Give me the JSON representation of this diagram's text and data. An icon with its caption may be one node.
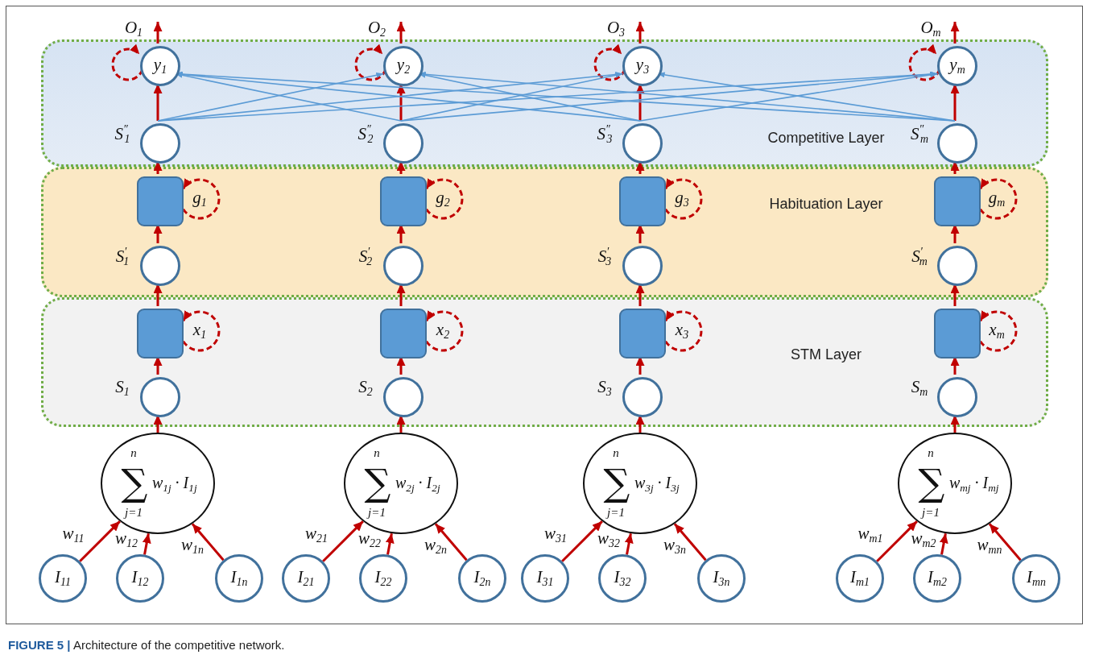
{
  "diagram": {
    "caption": "**FIGURE 5 |** Architecture of the competitive network.",
    "nodes": [
      {
        "text": [
          "Competitive Layer"
        ]
      },
      {
        "text": [
          "y$_{1}$"
        ],
        "in": 0
      },
      {
        "text": [],
        "shape": "circle",
        "in": 0,
        "beside": [
          "S$^{″}$$_{1}$"
        ]
      },
      {
        "text": [
          "y$_{2}$"
        ],
        "in": 0
      },
      {
        "text": [],
        "shape": "circle",
        "in": 0,
        "beside": [
          "S$^{″}$$_{2}$"
        ]
      },
      {
        "text": [
          "y$_{3}$"
        ],
        "in": 0
      },
      {
        "text": [],
        "shape": "circle",
        "in": 0,
        "beside": [
          "S$^{″}$$_{3}$"
        ]
      },
      {
        "text": [
          "y$_{m}$"
        ],
        "in": 0
      },
      {
        "text": [],
        "shape": "circle",
        "in": 0,
        "beside": [
          "S$^{″}$$_{m}$"
        ]
      },
      {
        "text": [
          "Habituation Layer"
        ]
      },
      {
        "text": [],
        "shape": "box",
        "in": 9,
        "beside": [
          "g$_{1}$"
        ]
      },
      {
        "text": [],
        "shape": "circle",
        "in": 9,
        "beside": [
          "S$^{′}$$_{1}$"
        ]
      },
      {
        "text": [],
        "shape": "box",
        "in": 9,
        "beside": [
          "g$_{2}$"
        ]
      },
      {
        "text": [],
        "shape": "circle",
        "in": 9,
        "beside": [
          "S$^{′}$$_{2}$"
        ]
      },
      {
        "text": [],
        "shape": "box",
        "in": 9,
        "beside": [
          "g$_{3}$"
        ]
      },
      {
        "text": [],
        "shape": "circle",
        "in": 9,
        "beside": [
          "S$^{′}$$_{3}$"
        ]
      },
      {
        "text": [],
        "shape": "box",
        "in": 9,
        "beside": [
          "g$_{m}$"
        ]
      },
      {
        "text": [],
        "shape": "circle",
        "in": 9,
        "beside": [
          "S$^{′}$$_{m}$"
        ]
      },
      {
        "text": [
          "STM Layer"
        ]
      },
      {
        "text": [],
        "shape": "box",
        "in": 18,
        "beside": [
          "x$_{1}$"
        ]
      },
      {
        "text": [],
        "shape": "circle",
        "in": 18,
        "beside": [
          "S$_{1}$"
        ]
      },
      {
        "text": [],
        "shape": "box",
        "in": 18,
        "beside": [
          "x$_{2}$"
        ]
      },
      {
        "text": [],
        "shape": "circle",
        "in": 18,
        "beside": [
          "S$_{2}$"
        ]
      },
      {
        "text": [],
        "shape": "box",
        "in": 18,
        "beside": [
          "x$_{3}$"
        ]
      },
      {
        "text": [],
        "shape": "circle",
        "in": 18,
        "beside": [
          "S$_{3}$"
        ]
      },
      {
        "text": [],
        "shape": "box",
        "in": 18,
        "beside": [
          "x$_{m}$"
        ]
      },
      {
        "text": [],
        "shape": "circle",
        "in": 18,
        "beside": [
          "S$_{m}$"
        ]
      },
      {
        "text": [
          "n",
          "∑",
          "j=1",
          "w$_{1j}$ · I$_{1j}$"
        ]
      },
      {
        "text": [
          "n",
          "∑",
          "j=1",
          "w$_{2j}$ · I$_{2j}$"
        ]
      },
      {
        "text": [
          "n",
          "∑",
          "j=1",
          "w$_{3j}$ · I$_{3j}$"
        ]
      },
      {
        "text": [
          "n",
          "∑",
          "j=1",
          "w$_{mj}$ · I$_{mj}$"
        ]
      },
      {
        "text": [
          "I$_{11}$"
        ]
      },
      {
        "text": [
          "I$_{12}$"
        ]
      },
      {
        "text": [
          "I$_{1n}$"
        ]
      },
      {
        "text": [
          "I$_{21}$"
        ]
      },
      {
        "text": [
          "I$_{22}$"
        ]
      },
      {
        "text": [
          "I$_{2n}$"
        ]
      },
      {
        "text": [
          "I$_{31}$"
        ]
      },
      {
        "text": [
          "I$_{32}$"
        ]
      },
      {
        "text": [
          "I$_{3n}$"
        ]
      },
      {
        "text": [
          "I$_{m1}$"
        ]
      },
      {
        "text": [
          "I$_{m2}$"
        ]
      },
      {
        "text": [
          "I$_{mn}$"
        ]
      }
    ],
    "edges": [
      {
        "from": 31,
        "to": 27,
        "arrow": "to",
        "label": "w$_{11}$"
      },
      {
        "from": 32,
        "to": 27,
        "arrow": "to",
        "label": "w$_{12}$"
      },
      {
        "from": 33,
        "to": 27,
        "arrow": "to",
        "label": "w$_{1n}$"
      },
      {
        "from": 27,
        "to": 20,
        "arrow": "to"
      },
      {
        "from": 20,
        "to": 19,
        "arrow": "to"
      },
      {
        "from": 19,
        "to": 19,
        "arrow": "to",
        "style": "dashed"
      },
      {
        "from": 19,
        "to": 11,
        "arrow": "to"
      },
      {
        "from": 11,
        "to": 10,
        "arrow": "to"
      },
      {
        "from": 10,
        "to": 10,
        "arrow": "to",
        "style": "dashed"
      },
      {
        "from": 10,
        "to": 2,
        "arrow": "to"
      },
      {
        "from": 2,
        "to": 1,
        "arrow": "to"
      },
      {
        "from": 1,
        "to": 1,
        "arrow": "to",
        "style": "dashed"
      },
      {
        "from": 1,
        "to": null,
        "arrow": "to",
        "label": "O$_{1}$"
      },
      {
        "from": 34,
        "to": 28,
        "arrow": "to",
        "label": "w$_{21}$"
      },
      {
        "from": 35,
        "to": 28,
        "arrow": "to",
        "label": "w$_{22}$"
      },
      {
        "from": 36,
        "to": 28,
        "arrow": "to",
        "label": "w$_{2n}$"
      },
      {
        "from": 28,
        "to": 22,
        "arrow": "to"
      },
      {
        "from": 22,
        "to": 21,
        "arrow": "to"
      },
      {
        "from": 21,
        "to": 21,
        "arrow": "to",
        "style": "dashed"
      },
      {
        "from": 21,
        "to": 13,
        "arrow": "to"
      },
      {
        "from": 13,
        "to": 12,
        "arrow": "to"
      },
      {
        "from": 12,
        "to": 12,
        "arrow": "to",
        "style": "dashed"
      },
      {
        "from": 12,
        "to": 4,
        "arrow": "to"
      },
      {
        "from": 4,
        "to": 3,
        "arrow": "to"
      },
      {
        "from": 3,
        "to": 3,
        "arrow": "to",
        "style": "dashed"
      },
      {
        "from": 3,
        "to": null,
        "arrow": "to",
        "label": "O$_{2}$"
      },
      {
        "from": 37,
        "to": 29,
        "arrow": "to",
        "label": "w$_{31}$"
      },
      {
        "from": 38,
        "to": 29,
        "arrow": "to",
        "label": "w$_{32}$"
      },
      {
        "from": 39,
        "to": 29,
        "arrow": "to",
        "label": "w$_{3n}$"
      },
      {
        "from": 29,
        "to": 24,
        "arrow": "to"
      },
      {
        "from": 24,
        "to": 23,
        "arrow": "to"
      },
      {
        "from": 23,
        "to": 23,
        "arrow": "to",
        "style": "dashed"
      },
      {
        "from": 23,
        "to": 15,
        "arrow": "to"
      },
      {
        "from": 15,
        "to": 14,
        "arrow": "to"
      },
      {
        "from": 14,
        "to": 14,
        "arrow": "to",
        "style": "dashed"
      },
      {
        "from": 14,
        "to": 6,
        "arrow": "to"
      },
      {
        "from": 6,
        "to": 5,
        "arrow": "to"
      },
      {
        "from": 5,
        "to": 5,
        "arrow": "to",
        "style": "dashed"
      },
      {
        "from": 5,
        "to": null,
        "arrow": "to",
        "label": "O$_{3}$"
      },
      {
        "from": 40,
        "to": 30,
        "arrow": "to",
        "label": "w$_{m1}$"
      },
      {
        "from": 41,
        "to": 30,
        "arrow": "to",
        "label": "w$_{m2}$"
      },
      {
        "from": 42,
        "to": 30,
        "arrow": "to",
        "label": "w$_{mn}$"
      },
      {
        "from": 30,
        "to": 26,
        "arrow": "to"
      },
      {
        "from": 26,
        "to": 25,
        "arrow": "to"
      },
      {
        "from": 25,
        "to": 25,
        "arrow": "to",
        "style": "dashed"
      },
      {
        "from": 25,
        "to": 17,
        "arrow": "to"
      },
      {
        "from": 17,
        "to": 16,
        "arrow": "to"
      },
      {
        "from": 16,
        "to": 16,
        "arrow": "to",
        "style": "dashed"
      },
      {
        "from": 16,
        "to": 8,
        "arrow": "to"
      },
      {
        "from": 8,
        "to": 7,
        "arrow": "to"
      },
      {
        "from": 7,
        "to": 7,
        "arrow": "to",
        "style": "dashed"
      },
      {
        "from": 7,
        "to": null,
        "arrow": "to",
        "label": "O$_{m}$"
      },
      {
        "from": 2,
        "to": 3,
        "arrow": "to",
        "color": "#5b9bd5"
      },
      {
        "from": 2,
        "to": 5,
        "arrow": "to",
        "color": "#5b9bd5"
      },
      {
        "from": 2,
        "to": 7,
        "arrow": "to",
        "color": "#5b9bd5"
      },
      {
        "from": 4,
        "to": 1,
        "arrow": "to",
        "color": "#5b9bd5"
      },
      {
        "from": 4,
        "to": 5,
        "arrow": "to",
        "color": "#5b9bd5"
      },
      {
        "from": 4,
        "to": 7,
        "arrow": "to",
        "color": "#5b9bd5"
      },
      {
        "from": 6,
        "to": 1,
        "arrow": "to",
        "color": "#5b9bd5"
      },
      {
        "from": 6,
        "to": 3,
        "arrow": "to",
        "color": "#5b9bd5"
      },
      {
        "from": 6,
        "to": 7,
        "arrow": "to",
        "color": "#5b9bd5"
      },
      {
        "from": 8,
        "to": 1,
        "arrow": "to",
        "color": "#5b9bd5"
      },
      {
        "from": 8,
        "to": 3,
        "arrow": "to",
        "color": "#5b9bd5"
      },
      {
        "from": 8,
        "to": 5,
        "arrow": "to",
        "color": "#5b9bd5"
      }
    ]
  }
}
